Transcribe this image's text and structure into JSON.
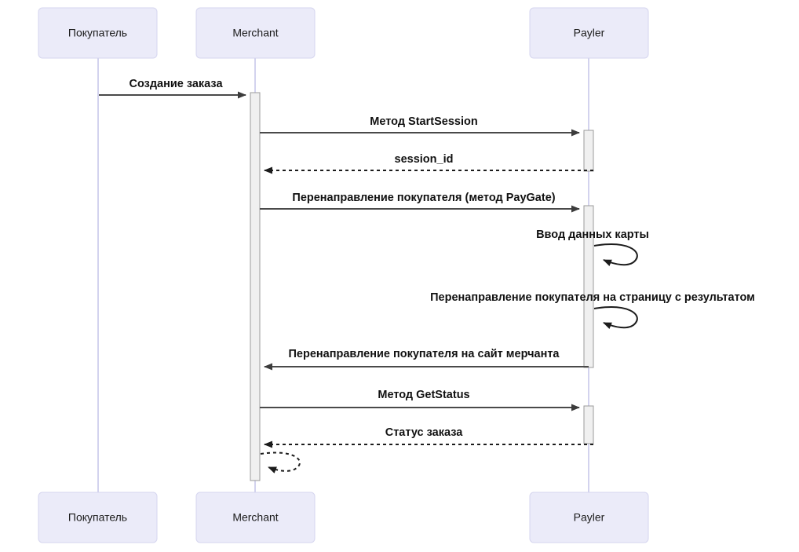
{
  "diagram": {
    "type": "sequence-diagram",
    "background_color": "#ffffff",
    "participant_box_fill": "#ebebf9",
    "participant_box_stroke": "#d6d6ef",
    "lifeline_color": "#d3d3ee",
    "activation_fill": "#f0f0f0",
    "activation_stroke": "#9b9b9b",
    "arrow_color": "#4a4a4a",
    "label_color": "#111111",
    "participants": [
      {
        "id": "buyer",
        "label": "Покупатель"
      },
      {
        "id": "merchant",
        "label": "Merchant"
      },
      {
        "id": "payler",
        "label": "Payler"
      }
    ],
    "participants_footer": [
      {
        "id": "buyer",
        "label": "Покупатель"
      },
      {
        "id": "merchant",
        "label": "Merchant"
      },
      {
        "id": "payler",
        "label": "Payler"
      }
    ],
    "messages": [
      {
        "id": "m1",
        "label": "Создание заказа",
        "from": "buyer",
        "to": "merchant",
        "style": "solid",
        "direction": "right"
      },
      {
        "id": "m2",
        "label": "Метод StartSession",
        "from": "merchant",
        "to": "payler",
        "style": "solid",
        "direction": "right"
      },
      {
        "id": "m3",
        "label": "session_id",
        "from": "payler",
        "to": "merchant",
        "style": "dashed",
        "direction": "left"
      },
      {
        "id": "m4",
        "label": "Перенаправление покупателя (метод PayGate)",
        "from": "merchant",
        "to": "payler",
        "style": "solid",
        "direction": "right"
      },
      {
        "id": "m5",
        "label": "Ввод данных карты",
        "from": "payler",
        "to": "payler",
        "style": "solid",
        "direction": "self"
      },
      {
        "id": "m6",
        "label": "Перенаправление покупателя на страницу с результатом",
        "from": "payler",
        "to": "payler",
        "style": "solid",
        "direction": "self"
      },
      {
        "id": "m7",
        "label": "Перенаправление покупателя на сайт мерчанта",
        "from": "payler",
        "to": "merchant",
        "style": "solid",
        "direction": "left"
      },
      {
        "id": "m8",
        "label": "Метод GetStatus",
        "from": "merchant",
        "to": "payler",
        "style": "solid",
        "direction": "right"
      },
      {
        "id": "m9",
        "label": "Статус заказа",
        "from": "payler",
        "to": "merchant",
        "style": "dashed",
        "direction": "left"
      },
      {
        "id": "m10",
        "label": "",
        "from": "merchant",
        "to": "merchant",
        "style": "dashed",
        "direction": "self"
      }
    ]
  }
}
